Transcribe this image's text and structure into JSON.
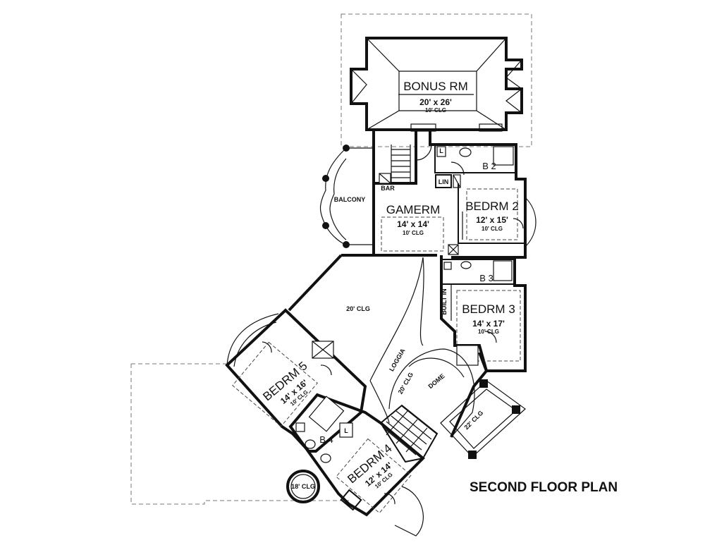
{
  "plan_title": "SECOND FLOOR PLAN",
  "rooms": {
    "bonus": {
      "name": "BONUS RM",
      "size": "20' x 26'",
      "clg": "10' CLG"
    },
    "gamerm": {
      "name": "GAMERM",
      "size": "14' x 14'",
      "clg": "10' CLG"
    },
    "bedrm2": {
      "name": "BEDRM 2",
      "size": "12' x 15'",
      "clg": "10' CLG"
    },
    "bedrm3": {
      "name": "BEDRM 3",
      "size": "14' x 17'",
      "clg": "10' CLG"
    },
    "bedrm4": {
      "name": "BEDRM 4",
      "size": "12' x 14'",
      "clg": "10' CLG"
    },
    "bedrm5": {
      "name": "BEDRM 5",
      "size": "14' x 16'",
      "clg": "10' CLG"
    }
  },
  "labels": {
    "b2": "B 2",
    "b3": "B 3",
    "b4": "B 4",
    "lin": "LIN",
    "bar": "BAR",
    "l_top": "L",
    "l_b4": "L",
    "balcony": "BALCONY",
    "built_in": "BUILT IN",
    "loggia": "LOGGIA",
    "dome": "DOME",
    "clg_20_open": "20' CLG",
    "clg_20_dome": "20' CLG",
    "clg_22": "22' CLG",
    "clg_18": "18' CLG"
  }
}
